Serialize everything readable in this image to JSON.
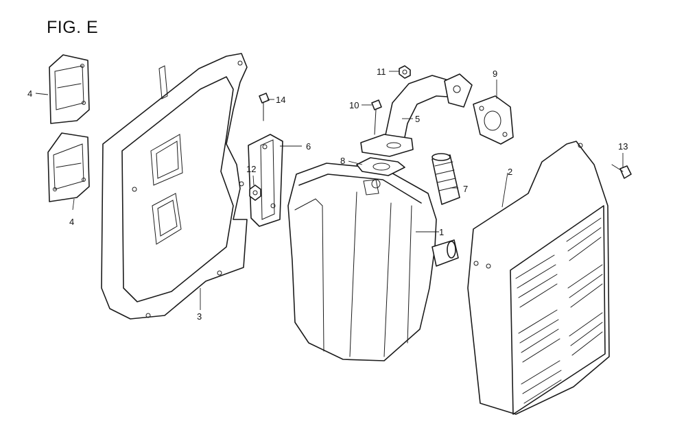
{
  "figure": {
    "title": "FIG. E"
  },
  "callouts": [
    {
      "id": "c1",
      "label": "1"
    },
    {
      "id": "c2",
      "label": "2"
    },
    {
      "id": "c3",
      "label": "3"
    },
    {
      "id": "c4a",
      "label": "4"
    },
    {
      "id": "c4b",
      "label": "4"
    },
    {
      "id": "c5",
      "label": "5"
    },
    {
      "id": "c6",
      "label": "6"
    },
    {
      "id": "c7",
      "label": "7"
    },
    {
      "id": "c8",
      "label": "8"
    },
    {
      "id": "c9",
      "label": "9"
    },
    {
      "id": "c10",
      "label": "10"
    },
    {
      "id": "c11",
      "label": "11"
    },
    {
      "id": "c12",
      "label": "12"
    },
    {
      "id": "c13",
      "label": "13"
    },
    {
      "id": "c14",
      "label": "14"
    }
  ]
}
